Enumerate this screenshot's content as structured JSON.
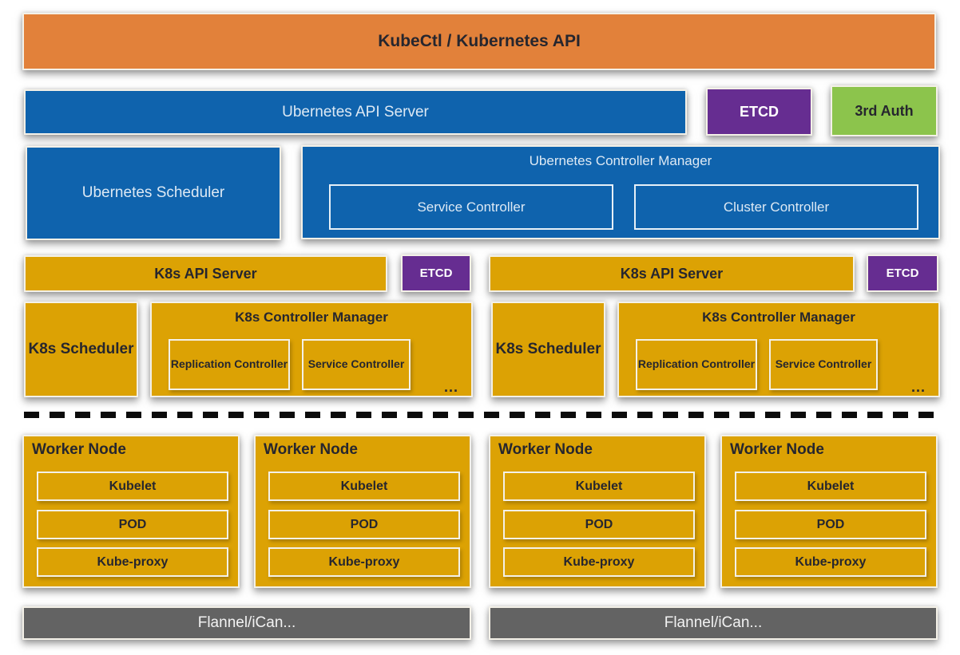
{
  "colors": {
    "orange": "#e2813a",
    "blue": "#0f63ad",
    "gold": "#dca204",
    "purple": "#662d91",
    "green": "#8cc44c",
    "gray": "#636363",
    "text_dark": "#26262e"
  },
  "top_bar": {
    "label": "KubeCtl / Kubernetes API"
  },
  "control_plane": {
    "api_server": "Ubernetes API Server",
    "etcd": "ETCD",
    "third_auth": "3rd Auth",
    "scheduler": "Ubernetes Scheduler",
    "controller_manager": {
      "title": "Ubernetes Controller Manager",
      "children": [
        "Service Controller",
        "Cluster Controller"
      ]
    }
  },
  "k8s_clusters": [
    {
      "api_server": "K8s API Server",
      "etcd": "ETCD",
      "scheduler": "K8s Scheduler",
      "controller_manager": {
        "title": "K8s Controller Manager",
        "children": [
          "Replication Controller",
          "Service Controller"
        ],
        "more": "..."
      }
    },
    {
      "api_server": "K8s API Server",
      "etcd": "ETCD",
      "scheduler": "K8s Scheduler",
      "controller_manager": {
        "title": "K8s Controller Manager",
        "children": [
          "Replication Controller",
          "Service Controller"
        ],
        "more": "..."
      }
    }
  ],
  "worker_nodes": [
    {
      "title": "Worker Node",
      "components": [
        "Kubelet",
        "POD",
        "Kube-proxy"
      ]
    },
    {
      "title": "Worker Node",
      "components": [
        "Kubelet",
        "POD",
        "Kube-proxy"
      ]
    },
    {
      "title": "Worker Node",
      "components": [
        "Kubelet",
        "POD",
        "Kube-proxy"
      ]
    },
    {
      "title": "Worker Node",
      "components": [
        "Kubelet",
        "POD",
        "Kube-proxy"
      ]
    }
  ],
  "network_bars": [
    {
      "label": "Flannel/iCan..."
    },
    {
      "label": "Flannel/iCan..."
    }
  ]
}
